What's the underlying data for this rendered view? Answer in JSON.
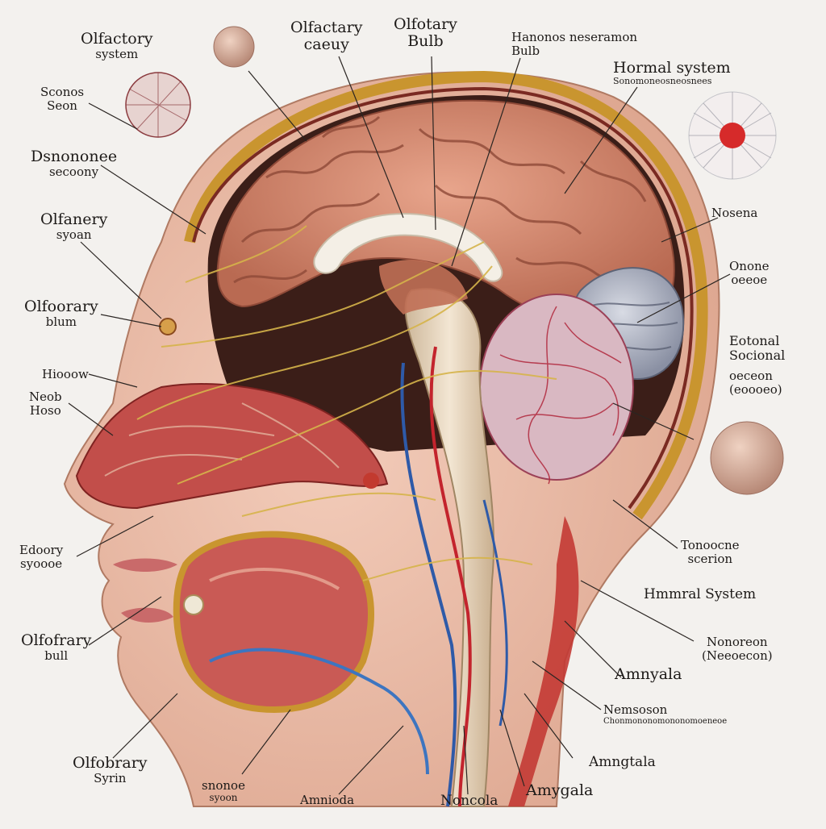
{
  "labels": [
    {
      "id": "olfactory-system-top-left",
      "line1": "Olfactory",
      "line2": "system"
    },
    {
      "id": "olfactory-cavity-top",
      "line1": "Olfactary",
      "line2": "caeuy"
    },
    {
      "id": "olfactory-bulb-top",
      "line1": "Olfotary",
      "line2": "Bulb"
    },
    {
      "id": "hormone-bulb-top",
      "line1": "Hanonos neseramon",
      "line2": "Bulb"
    },
    {
      "id": "hormonal-system-top-right",
      "line1": "Hormal system",
      "line2": "Sonomoneosneosnees"
    },
    {
      "id": "left-small-a",
      "line1": "Sconos",
      "line2": "Seon"
    },
    {
      "id": "left-dorsal",
      "line1": "Dsnononee",
      "line2": "secoony"
    },
    {
      "id": "left-olfactory-system",
      "line1": "Olfanery",
      "line2": "syoan"
    },
    {
      "id": "left-olfactory-bulb",
      "line1": "Olfoorary",
      "line2": "blum"
    },
    {
      "id": "left-small-b",
      "line1": "Hiooow",
      "line2": ""
    },
    {
      "id": "left-neob-nose",
      "line1": "Neob",
      "line2": "Hoso"
    },
    {
      "id": "left-low",
      "line1": "Edoory",
      "line2": "syoooe"
    },
    {
      "id": "left-olfactory-bulb-low",
      "line1": "Olfofrary",
      "line2": "bull"
    },
    {
      "id": "bottom-olfactory-system",
      "line1": "Olfobrary",
      "line2": "Syrin"
    },
    {
      "id": "bottom-small",
      "line1": "snonoe",
      "line2": "syoon"
    },
    {
      "id": "bottom-amnioda",
      "line1": "Amnioda",
      "line2": ""
    },
    {
      "id": "bottom-noncola",
      "line1": "Noncola",
      "line2": ""
    },
    {
      "id": "bottom-amygdala",
      "line1": "Amygala",
      "line2": ""
    },
    {
      "id": "right-nosena",
      "line1": "Nosena",
      "line2": ""
    },
    {
      "id": "right-onone",
      "line1": "Onone",
      "line2": "oeeoe"
    },
    {
      "id": "right-external",
      "line1": "Eotonal",
      "line2": "Socional"
    },
    {
      "id": "right-external-b",
      "line1": "oeceon",
      "line2": "(eoooeo)"
    },
    {
      "id": "right-tonoscle",
      "line1": "Tonoocne",
      "line2": "scerion"
    },
    {
      "id": "right-hormonal-system",
      "line1": "Hmmral System",
      "line2": ""
    },
    {
      "id": "right-nonsen",
      "line1": "Nonoreon",
      "line2": "(Neeoecon)"
    },
    {
      "id": "right-amygdala",
      "line1": "Amnyala",
      "line2": ""
    },
    {
      "id": "right-nemsoson",
      "line1": "Nemsoson",
      "line2": "Chonmononomononomoeneoe"
    },
    {
      "id": "right-amygdala-low",
      "line1": "Amngtala",
      "line2": ""
    }
  ]
}
